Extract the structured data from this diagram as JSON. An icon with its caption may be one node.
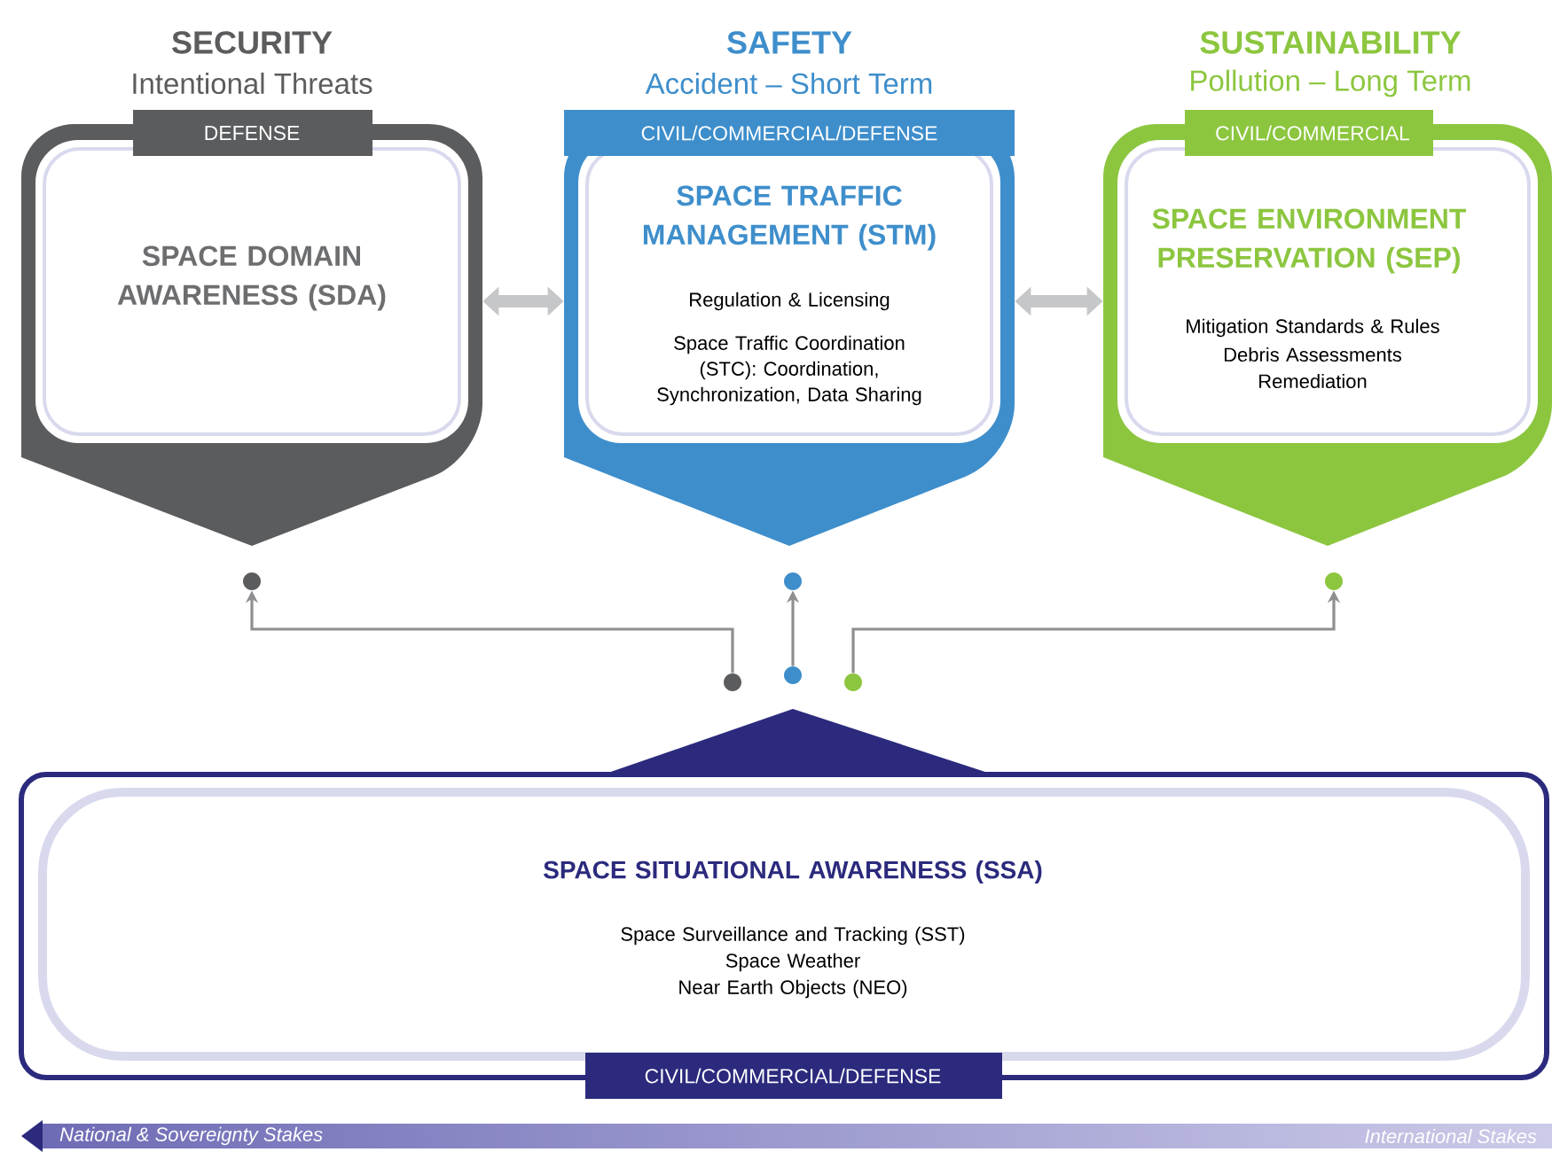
{
  "diagram": {
    "nodes": [
      {
        "text": [
          "SECURITY",
          "Intentional Threats",
          "DEFENSE",
          "SPACE DOMAIN AWARENESS (SDA)"
        ]
      },
      {
        "text": [
          "SAFETY",
          "Accident – Short Term",
          "CIVIL/COMMERCIAL/DEFENSE",
          "SPACE TRAFFIC MANAGEMENT (STM)",
          "Regulation & Licensing",
          "Space Traffic Coordination (STC): Coordination, Synchronization, Data Sharing"
        ]
      },
      {
        "text": [
          "SUSTAINABILITY",
          "Pollution – Long Term",
          "CIVIL/COMMERCIAL",
          "SPACE ENVIRONMENT PRESERVATION (SEP)",
          "Mitigation Standards & Rules",
          "Debris Assessments",
          "Remediation"
        ]
      },
      {
        "text": [
          "SPACE SITUATIONAL AWARENESS (SSA)",
          "Space Surveillance and Tracking (SST)",
          "Space Weather",
          "Near Earth Objects (NEO)",
          "CIVIL/COMMERCIAL/DEFENSE"
        ]
      },
      {
        "text": [],
        "shape": "circle"
      },
      {
        "text": [],
        "shape": "circle"
      },
      {
        "text": [],
        "shape": "circle"
      },
      {
        "text": [],
        "shape": "circle"
      },
      {
        "text": [],
        "shape": "circle"
      },
      {
        "text": [],
        "shape": "circle"
      }
    ],
    "edges": [
      {
        "from": 0,
        "to": 1,
        "arrow": "both",
        "style": "thick"
      },
      {
        "from": 1,
        "to": 2,
        "arrow": "both",
        "style": "thick"
      },
      {
        "from": 7,
        "to": 4,
        "arrow": "to"
      },
      {
        "from": 8,
        "to": 5,
        "arrow": "to"
      },
      {
        "from": 9,
        "to": 6,
        "arrow": "to"
      }
    ],
    "labels": [
      "National & Sovereignty Stakes",
      "International Stakes"
    ]
  }
}
